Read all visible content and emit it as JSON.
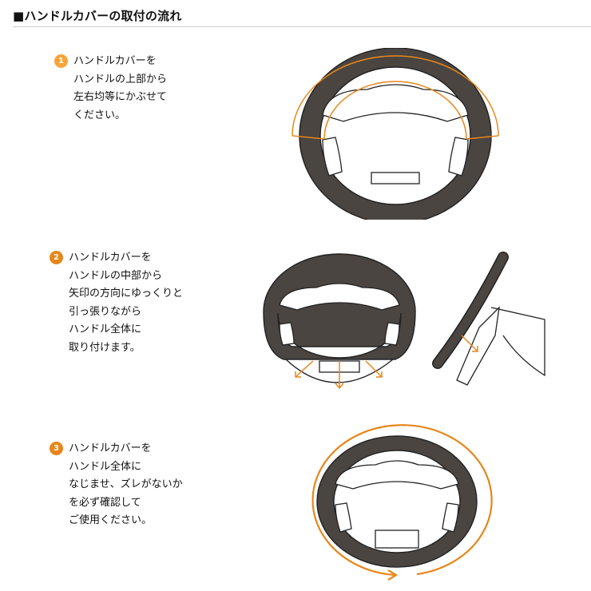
{
  "page": {
    "title": "■ハンドルカバーの取付の流れ"
  },
  "colors": {
    "accent": "#E8861A",
    "wheel_rim": "#4A4541",
    "outline": "#222222"
  },
  "steps": [
    {
      "number": "1",
      "lines": [
        "ハンドルカバーを",
        "ハンドルの上部から",
        "左右均等にかぶせて",
        "ください。"
      ],
      "illustration": "steering-wheel-top-cover"
    },
    {
      "number": "2",
      "lines": [
        "ハンドルカバーを",
        "ハンドルの中部から",
        "矢印の方向にゆっくりと",
        "引っ張りながら",
        "ハンドル全体に",
        "取り付けます。"
      ],
      "illustration": "steering-wheel-pull-arrows"
    },
    {
      "number": "3",
      "lines": [
        "ハンドルカバーを",
        "ハンドル全体に",
        "なじませ、ズレがないか",
        "を必ず確認して",
        "ご使用ください。"
      ],
      "illustration": "steering-wheel-check-rotation"
    }
  ]
}
